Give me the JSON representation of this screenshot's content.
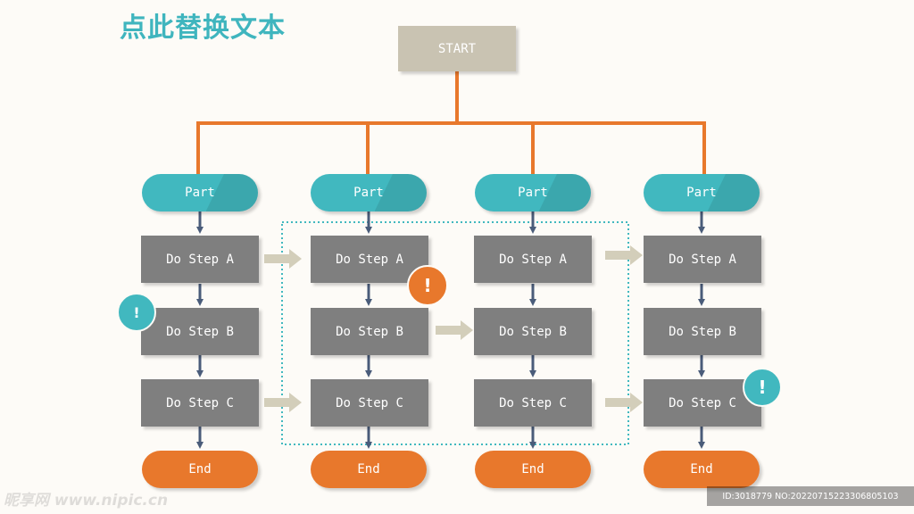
{
  "title": "点此替换文本",
  "start_label": "START",
  "columns": [
    {
      "part": "Part",
      "steps": [
        "Do Step A",
        "Do Step B",
        "Do Step C"
      ],
      "end": "End"
    },
    {
      "part": "Part",
      "steps": [
        "Do Step A",
        "Do Step B",
        "Do Step C"
      ],
      "end": "End"
    },
    {
      "part": "Part",
      "steps": [
        "Do Step A",
        "Do Step B",
        "Do Step C"
      ],
      "end": "End"
    },
    {
      "part": "Part",
      "steps": [
        "Do Step A",
        "Do Step B",
        "Do Step C"
      ],
      "end": "End"
    }
  ],
  "badges": {
    "alert_1": "!",
    "alert_2": "!",
    "alert_3": "!"
  },
  "watermark": {
    "site": "昵享网 www.nipic.cn",
    "id_text": "ID:3018779 NO:20220715223306805103"
  },
  "colors": {
    "teal": "#41b8bf",
    "orange": "#e8782c",
    "gray": "#7f7f7f",
    "beige": "#c9c3b2",
    "navy": "#4a5c7a"
  }
}
